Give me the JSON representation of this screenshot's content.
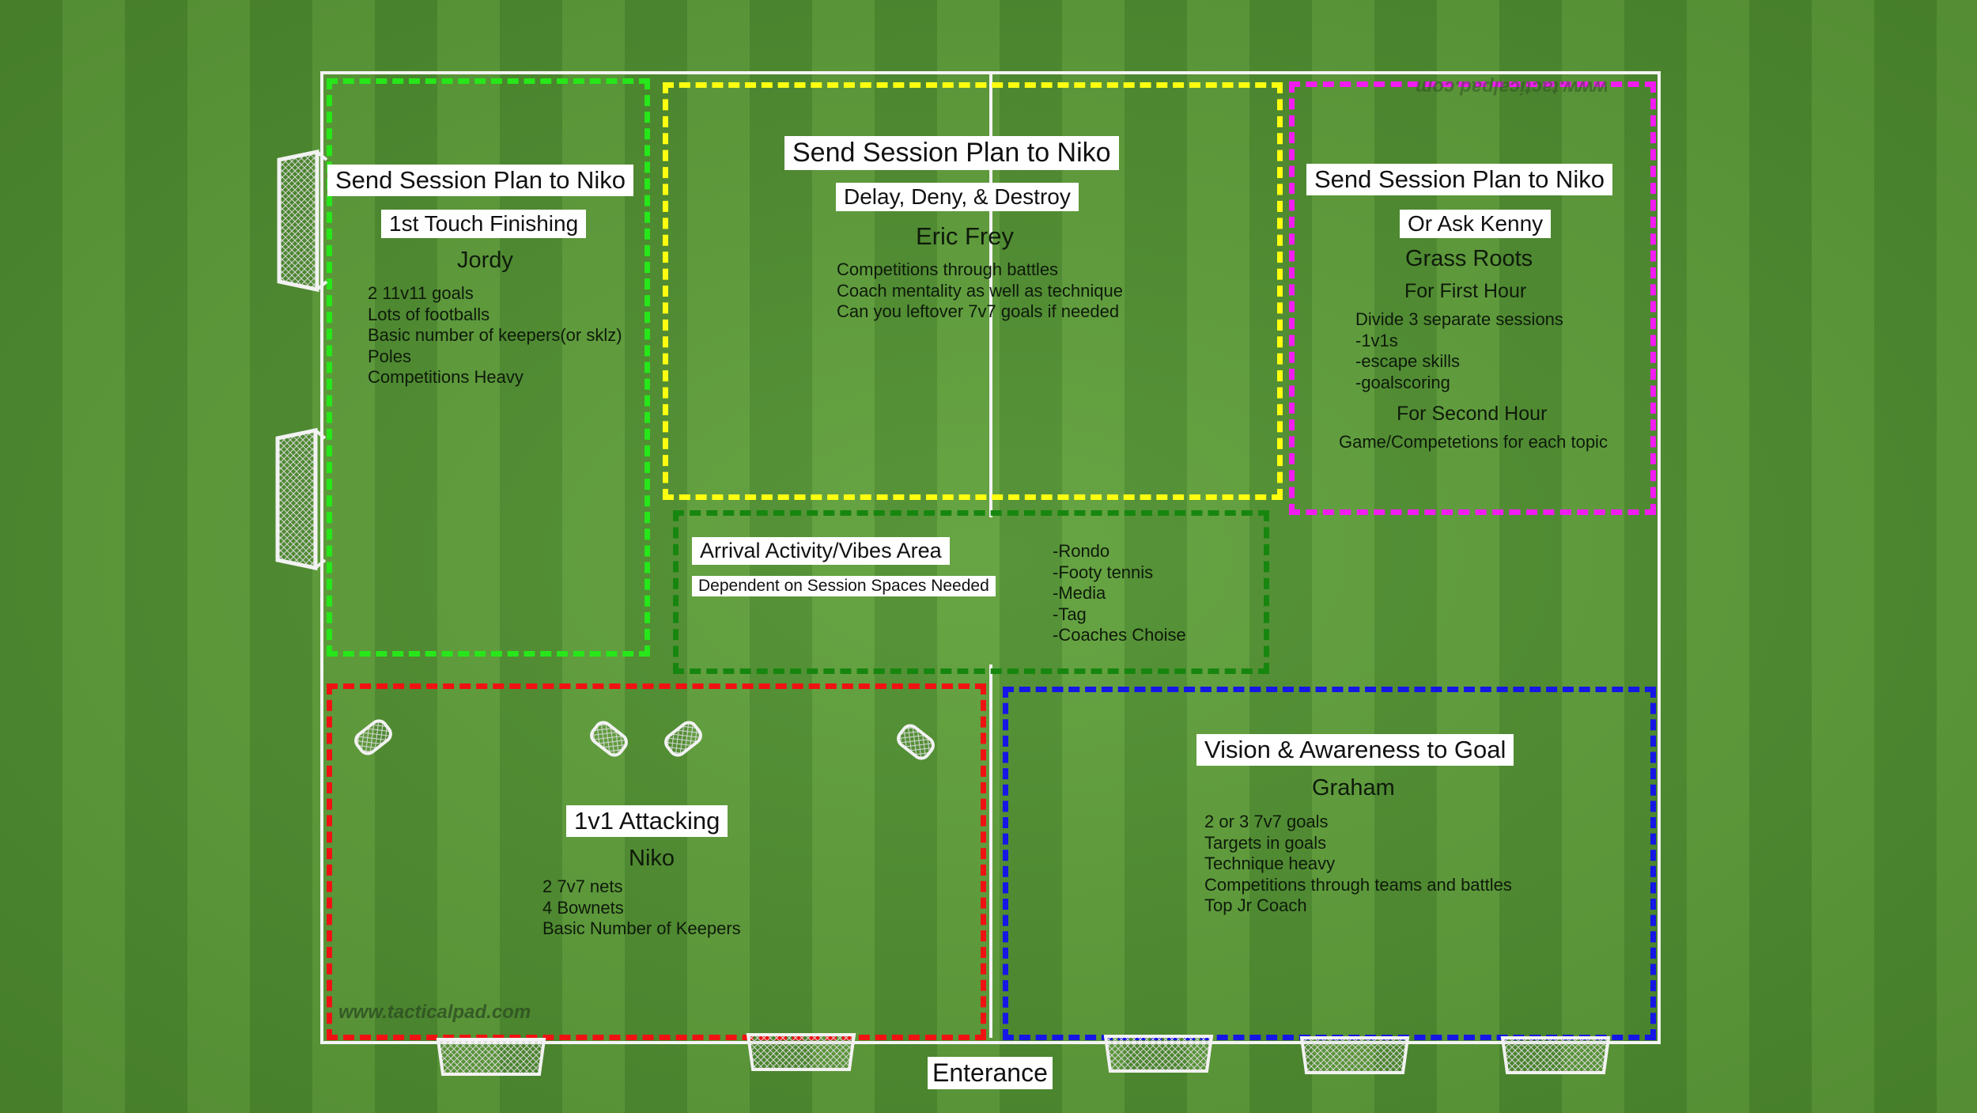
{
  "zones": {
    "green": {
      "color": "#27e61a",
      "header": "Send Session Plan to Niko",
      "subtitle": "1st Touch Finishing",
      "coach": "Jordy",
      "items": [
        "2 11v11 goals",
        "Lots of footballs",
        "Basic number of keepers(or sklz)",
        "Poles",
        "Competitions Heavy"
      ]
    },
    "yellow": {
      "color": "#ffff10",
      "header": "Send Session Plan to Niko",
      "subtitle": "Delay, Deny, & Destroy",
      "coach": "Eric Frey",
      "items": [
        "Competitions through battles",
        "Coach mentality as well as technique",
        "Can you leftover 7v7 goals if needed"
      ]
    },
    "magenta": {
      "color": "#f21cf2",
      "header": "Send Session Plan to Niko",
      "subtitle": "Or Ask Kenny",
      "coach": "Grass Roots",
      "first_hour": "For First Hour",
      "items": [
        "Divide 3 separate sessions",
        "-1v1s",
        "-escape skills",
        "-goalscoring"
      ],
      "second_hour": "For Second Hour",
      "second_note": "Game/Competetions for each topic"
    },
    "arrival": {
      "color": "#17860f",
      "header": "Arrival Activity/Vibes Area",
      "subtitle": "Dependent on Session Spaces Needed",
      "items": [
        "-Rondo",
        "-Footy tennis",
        "-Media",
        "-Tag",
        "-Coaches Choise"
      ]
    },
    "red": {
      "color": "#f01212",
      "header": "1v1 Attacking",
      "coach": "Niko",
      "items": [
        "2 7v7 nets",
        "4 Bownets",
        "Basic Number of Keepers"
      ]
    },
    "blue": {
      "color": "#1616e6",
      "header": "Vision & Awareness to Goal",
      "coach": "Graham",
      "items": [
        "2 or 3 7v7 goals",
        "Targets in goals",
        "Technique heavy",
        "Competitions through teams and battles",
        "Top Jr Coach"
      ]
    }
  },
  "entrance_label": "Enterance",
  "watermark_bottom": "www.tacticalpad.com",
  "watermark_top": "www.tacticalpad.com"
}
